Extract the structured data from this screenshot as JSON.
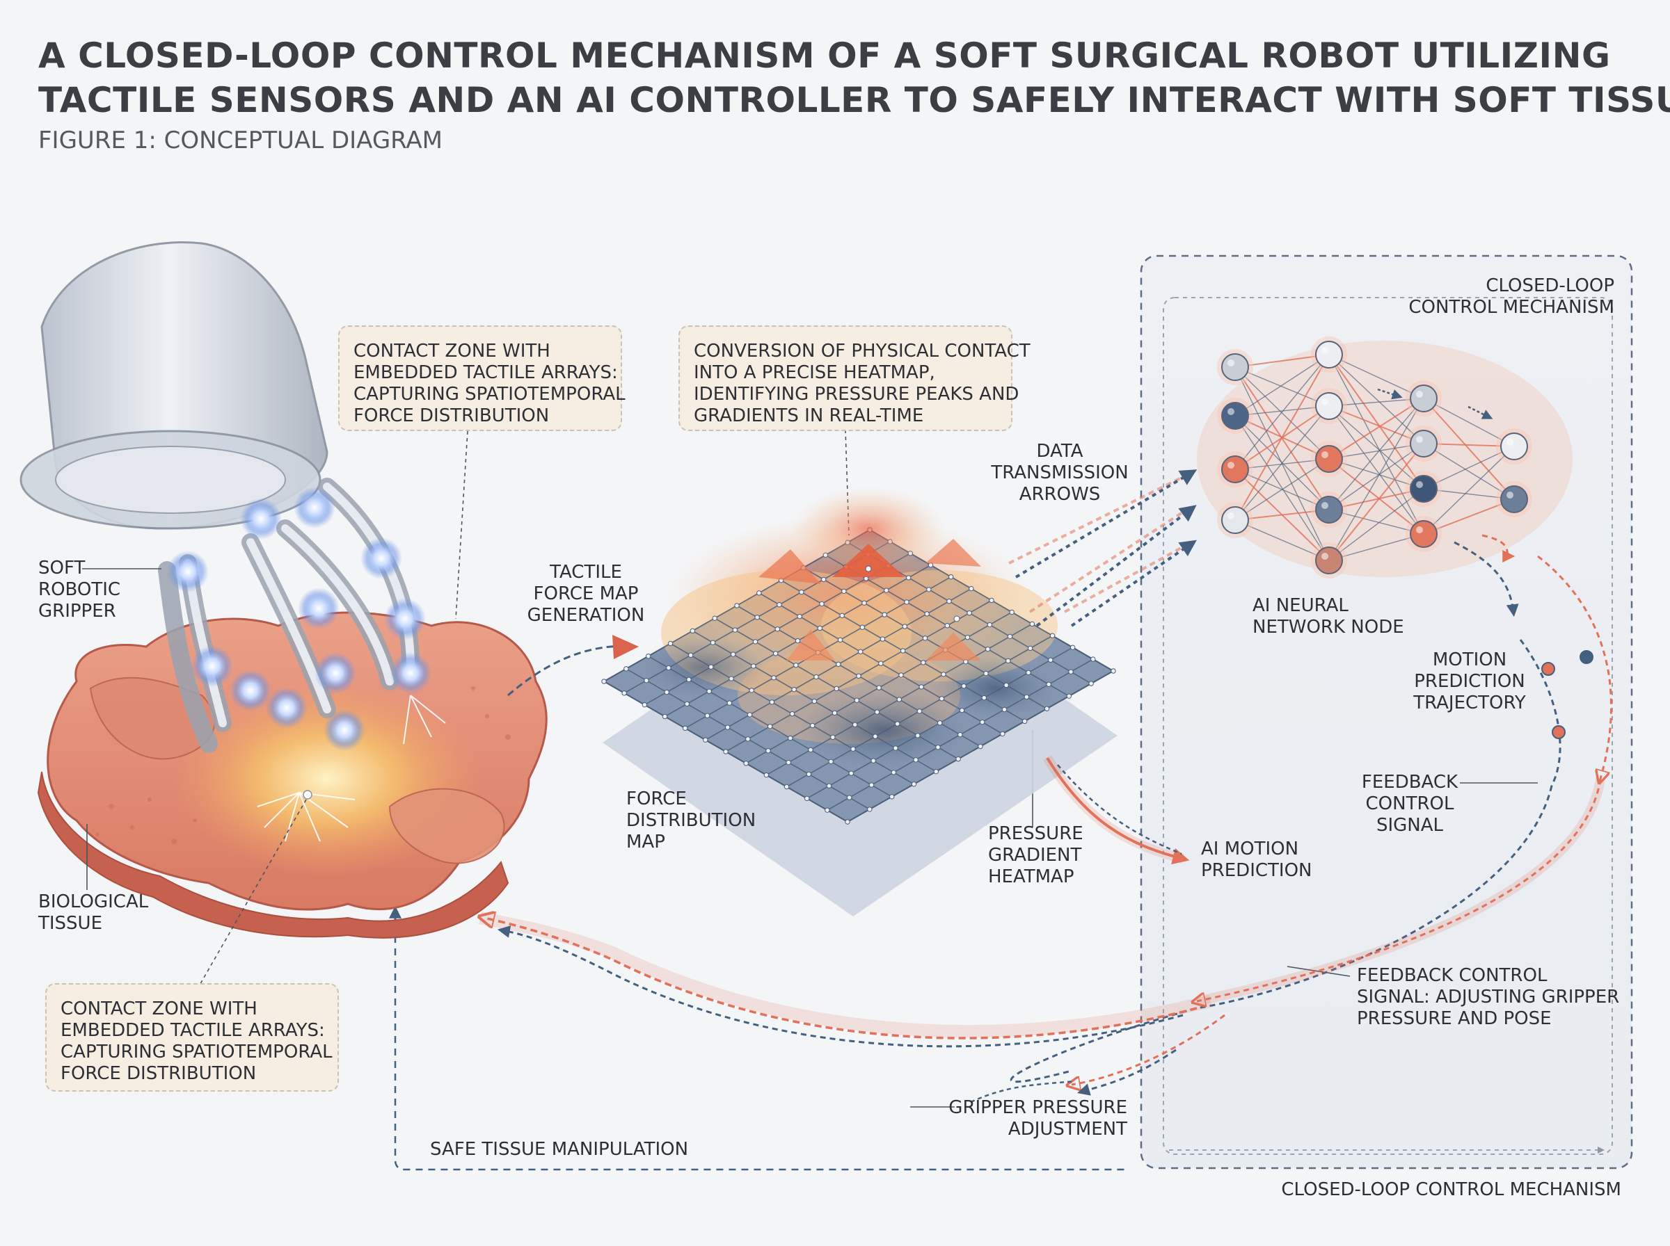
{
  "title": {
    "line1": "A CLOSED-LOOP CONTROL MECHANISM OF A SOFT SURGICAL ROBOT UTILIZING",
    "line2": "TACTILE SENSORS AND AN AI CONTROLLER TO SAFELY INTERACT WITH SOFT TISSUE"
  },
  "subtitle": "FIGURE 1: CONCEPTUAL DIAGRAM",
  "labels": {
    "soft_gripper": [
      "SOFT",
      "ROBOTIC",
      "GRIPPER"
    ],
    "biological_tissue": [
      "BIOLOGICAL",
      "TISSUE"
    ],
    "tactile_force_map": [
      "TACTILE",
      "FORCE MAP",
      "GENERATION"
    ],
    "force_distribution_map": [
      "FORCE",
      "DISTRIBUTION",
      "MAP"
    ],
    "pressure_gradient": [
      "PRESSURE",
      "GRADIENT",
      "HEATMAP"
    ],
    "data_transmission": [
      "DATA",
      "TRANSMISSION",
      "ARROWS"
    ],
    "ai_neural_node": [
      "AI NEURAL",
      "NETWORK NODE"
    ],
    "motion_prediction_trajectory": [
      "MOTION",
      "PREDICTION",
      "TRAJECTORY"
    ],
    "feedback_control_signal": [
      "FEEDBACK",
      "CONTROL",
      "SIGNAL"
    ],
    "ai_motion_prediction": [
      "AI MOTION",
      "PREDICTION"
    ],
    "feedback_adjusting": [
      "FEEDBACK CONTROL",
      "SIGNAL: ADJUSTING GRIPPER",
      "PRESSURE AND POSE"
    ],
    "gripper_pressure_adjustment": [
      "GRIPPER PRESSURE",
      "ADJUSTMENT"
    ],
    "safe_tissue_manipulation": "SAFE TISSUE MANIPULATION",
    "closed_loop_top": [
      "CLOSED-LOOP",
      "CONTROL MECHANISM"
    ],
    "closed_loop_bottom": "CLOSED-LOOP CONTROL MECHANISM"
  },
  "boxes": {
    "contact_zone_top": [
      "CONTACT ZONE WITH",
      "EMBEDDED TACTILE ARRAYS:",
      "CAPTURING SPATIOTEMPORAL",
      "FORCE DISTRIBUTION"
    ],
    "conversion": [
      "CONVERSION OF PHYSICAL CONTACT",
      "INTO A PRECISE HEATMAP,",
      "IDENTIFYING PRESSURE PEAKS AND",
      "GRADIENTS IN REAL-TIME"
    ],
    "contact_zone_bottom": [
      "CONTACT ZONE WITH",
      "EMBEDDED TACTILE ARRAYS:",
      "CAPTURING SPATIOTEMPORAL",
      "FORCE DISTRIBUTION"
    ]
  },
  "colors": {
    "accent_red": "#e2715a",
    "accent_blue": "#45607f",
    "tissue": "#e7967d",
    "sensor_glow": "#8fb3ff",
    "box_fill": "#f6eee3"
  },
  "icons": {
    "gripper": "soft-robotic-gripper-illustration",
    "tissue": "biological-tissue-illustration",
    "heatmap": "force-distribution-heatmap-grid",
    "network": "ai-neural-network-graph"
  }
}
